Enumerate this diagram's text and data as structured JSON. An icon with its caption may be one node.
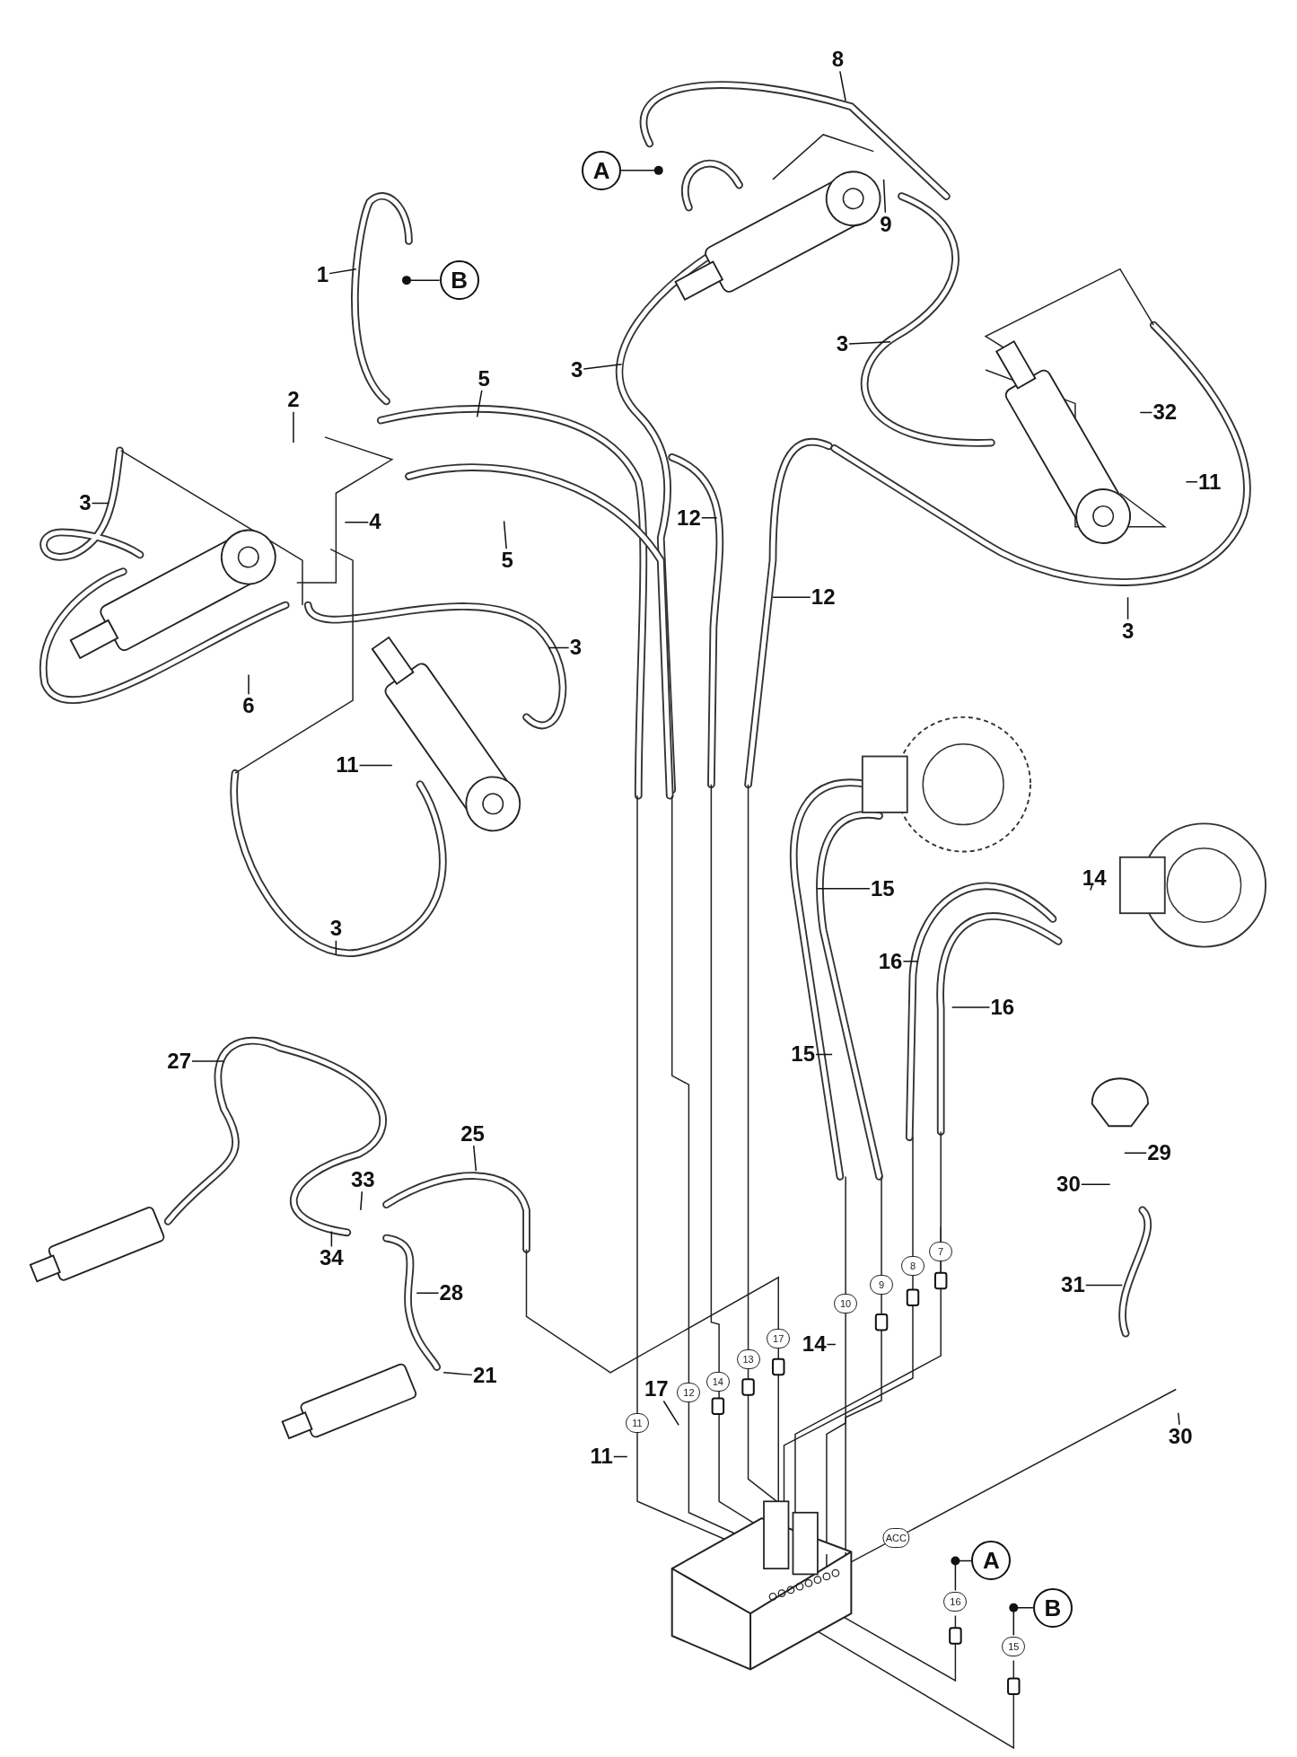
{
  "diagram": {
    "nodes": [
      {
        "text": [
          "8"
        ]
      },
      {
        "text": [
          "A"
        ]
      },
      {
        "text": [
          "9"
        ]
      },
      {
        "text": [
          "1"
        ]
      },
      {
        "text": [
          "B"
        ]
      },
      {
        "text": [
          "3"
        ]
      },
      {
        "text": [
          "3"
        ]
      },
      {
        "text": [
          "32"
        ]
      },
      {
        "text": [
          "11"
        ]
      },
      {
        "text": [
          "5"
        ]
      },
      {
        "text": [
          "2"
        ]
      },
      {
        "text": [
          "3"
        ]
      },
      {
        "text": [
          "4"
        ]
      },
      {
        "text": [
          "12"
        ]
      },
      {
        "text": [
          "5"
        ]
      },
      {
        "text": [
          "12"
        ]
      },
      {
        "text": [
          "3"
        ]
      },
      {
        "text": [
          "3"
        ]
      },
      {
        "text": [
          "6"
        ]
      },
      {
        "text": [
          "11"
        ]
      },
      {
        "text": [
          "3"
        ]
      },
      {
        "text": [
          "15"
        ]
      },
      {
        "text": [
          "14"
        ]
      },
      {
        "text": [
          "16"
        ]
      },
      {
        "text": [
          "16"
        ]
      },
      {
        "text": [
          "15"
        ]
      },
      {
        "text": [
          "27"
        ]
      },
      {
        "text": [
          "25"
        ]
      },
      {
        "text": [
          "33"
        ]
      },
      {
        "text": [
          "29"
        ]
      },
      {
        "text": [
          "30"
        ]
      },
      {
        "text": [
          "34"
        ]
      },
      {
        "text": [
          "28"
        ]
      },
      {
        "text": [
          "31"
        ]
      },
      {
        "text": [
          "14"
        ]
      },
      {
        "text": [
          "21"
        ]
      },
      {
        "text": [
          "17"
        ]
      },
      {
        "text": [
          "30"
        ]
      },
      {
        "text": [
          "11"
        ]
      },
      {
        "text": [
          "A"
        ]
      },
      {
        "text": [
          "B"
        ]
      },
      {
        "text": [
          "16"
        ]
      },
      {
        "text": [
          "15"
        ]
      },
      {
        "text": [
          "7"
        ]
      },
      {
        "text": [
          "8"
        ]
      },
      {
        "text": [
          "9"
        ]
      },
      {
        "text": [
          "10"
        ]
      },
      {
        "text": [
          "17"
        ]
      },
      {
        "text": [
          "13"
        ]
      },
      {
        "text": [
          "14"
        ]
      },
      {
        "text": [
          "12"
        ]
      },
      {
        "text": [
          "11"
        ]
      },
      {
        "text": [
          "ACC"
        ]
      }
    ],
    "edges": [
      {
        "from": 0,
        "to": null,
        "arrow": "none"
      },
      {
        "from": 1,
        "to": null,
        "arrow": "other"
      },
      {
        "from": 2,
        "to": null,
        "arrow": "none"
      },
      {
        "from": 3,
        "to": null,
        "arrow": "none"
      },
      {
        "from": 4,
        "to": null,
        "arrow": "other"
      },
      {
        "from": 5,
        "to": null,
        "arrow": "none"
      },
      {
        "from": 6,
        "to": null,
        "arrow": "none"
      },
      {
        "from": 7,
        "to": null,
        "arrow": "none"
      },
      {
        "from": 8,
        "to": null,
        "arrow": "none"
      },
      {
        "from": 9,
        "to": null,
        "arrow": "none"
      },
      {
        "from": 10,
        "to": null,
        "arrow": "none"
      },
      {
        "from": 11,
        "to": null,
        "arrow": "none"
      },
      {
        "from": 12,
        "to": null,
        "arrow": "none"
      },
      {
        "from": 13,
        "to": null,
        "arrow": "none"
      },
      {
        "from": 14,
        "to": null,
        "arrow": "none"
      },
      {
        "from": 15,
        "to": null,
        "arrow": "none"
      },
      {
        "from": 16,
        "to": null,
        "arrow": "none"
      },
      {
        "from": 17,
        "to": null,
        "arrow": "none"
      },
      {
        "from": 18,
        "to": null,
        "arrow": "none"
      },
      {
        "from": 19,
        "to": null,
        "arrow": "none"
      },
      {
        "from": 20,
        "to": null,
        "arrow": "none"
      },
      {
        "from": 21,
        "to": null,
        "arrow": "none"
      },
      {
        "from": 22,
        "to": null,
        "arrow": "none"
      },
      {
        "from": 23,
        "to": null,
        "arrow": "none"
      },
      {
        "from": 24,
        "to": null,
        "arrow": "none"
      },
      {
        "from": 25,
        "to": null,
        "arrow": "none"
      },
      {
        "from": 26,
        "to": null,
        "arrow": "none"
      },
      {
        "from": 27,
        "to": null,
        "arrow": "none"
      },
      {
        "from": 28,
        "to": null,
        "arrow": "none"
      },
      {
        "from": 29,
        "to": null,
        "arrow": "none"
      },
      {
        "from": 30,
        "to": null,
        "arrow": "none"
      },
      {
        "from": 31,
        "to": null,
        "arrow": "none"
      },
      {
        "from": 32,
        "to": null,
        "arrow": "none"
      },
      {
        "from": 33,
        "to": null,
        "arrow": "none"
      },
      {
        "from": 34,
        "to": null,
        "arrow": "none"
      },
      {
        "from": 35,
        "to": null,
        "arrow": "none"
      },
      {
        "from": 36,
        "to": null,
        "arrow": "none"
      },
      {
        "from": 37,
        "to": null,
        "arrow": "none"
      },
      {
        "from": 38,
        "to": null,
        "arrow": "none"
      },
      {
        "from": 39,
        "to": 41,
        "arrow": "none"
      },
      {
        "from": 40,
        "to": 42,
        "arrow": "none"
      }
    ]
  }
}
